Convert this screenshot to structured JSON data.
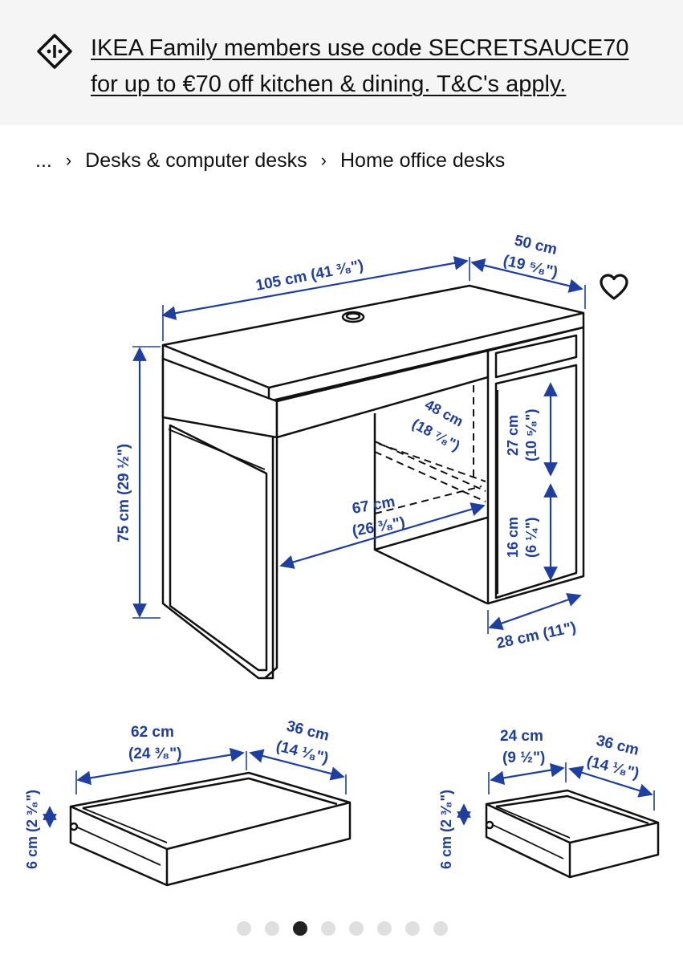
{
  "banner": {
    "icon": "discount-tag-icon",
    "line1": "IKEA Family members use code SECRETSAUCE70",
    "line2": "for up to €70 off kitchen & dining. T&C's apply."
  },
  "breadcrumb": {
    "ellipsis": "...",
    "items": [
      "Desks & computer desks",
      "Home office desks"
    ],
    "separator": "›"
  },
  "favorite": {
    "icon": "heart-icon"
  },
  "dimensions": {
    "desk_width": "105 cm (41 ³⁄₈\")",
    "desk_depth_cm": "50 cm",
    "desk_depth_in": "(19 ⁵⁄₈\")",
    "desk_height": "75 cm (29 ½\")",
    "shelf_depth_cm": "48 cm",
    "shelf_depth_in": "(18 ⁷⁄₈\")",
    "knee_width_cm": "67 cm",
    "knee_width_in": "(26 ³⁄₈\")",
    "upper_comp_cm": "27 cm",
    "upper_comp_in": "(10 ⁵⁄₈\")",
    "lower_comp_cm": "16 cm",
    "lower_comp_in": "(6 ¼\")",
    "cabinet_width": "28 cm (11\")",
    "drawer_large_width_cm": "62 cm",
    "drawer_large_width_in": "(24 ³⁄₈\")",
    "drawer_large_depth_cm": "36 cm",
    "drawer_large_depth_in": "(14 ¹⁄₈\")",
    "drawer_large_height": "6 cm (2 ³⁄₈\")",
    "drawer_small_width_cm": "24 cm",
    "drawer_small_width_in": "(9 ½\")",
    "drawer_small_depth_cm": "36 cm",
    "drawer_small_depth_in": "(14 ¹⁄₈\")",
    "drawer_small_height": "6 cm (2 ³⁄₈\")"
  },
  "carousel": {
    "total": 8,
    "active_index": 2
  },
  "colors": {
    "dimension_blue": "#1e3fa0",
    "line": "#111111",
    "banner_bg": "#f5f5f5"
  }
}
